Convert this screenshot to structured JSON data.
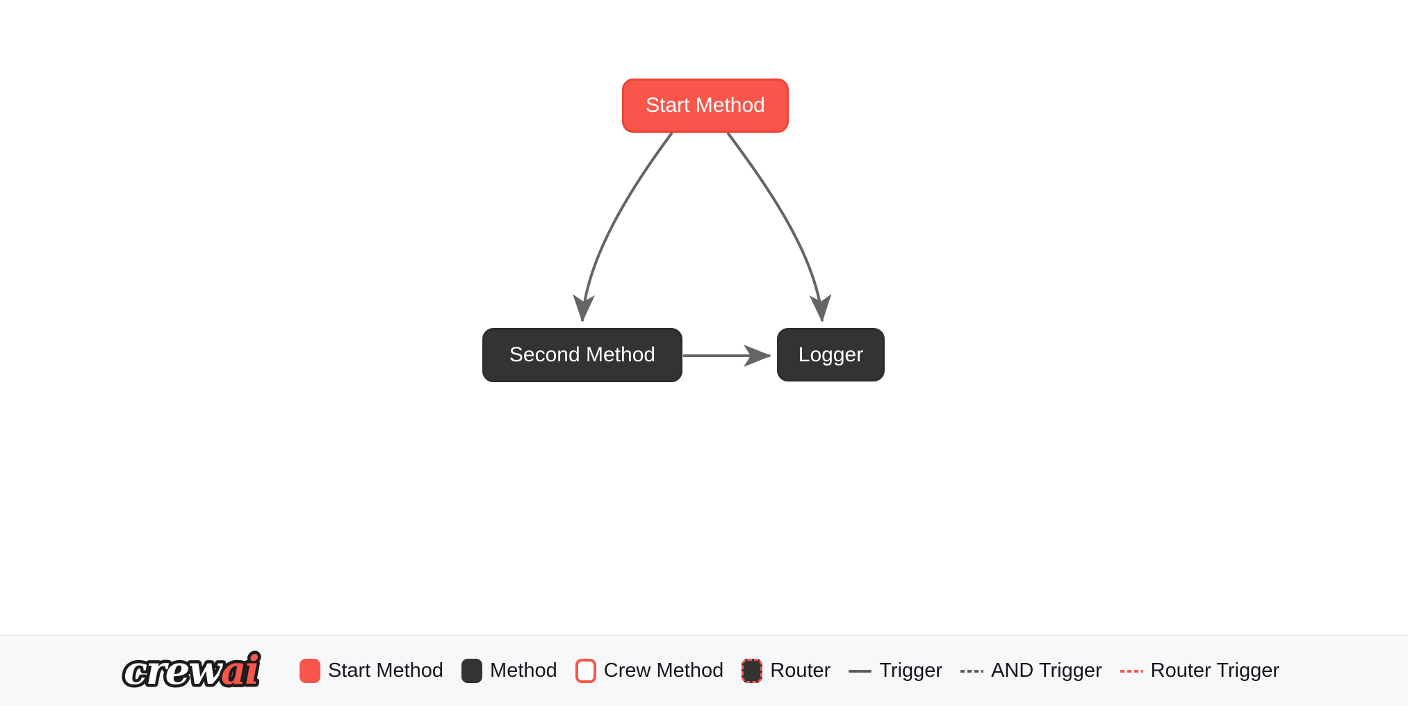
{
  "page": {
    "background": "#ffffff"
  },
  "colors": {
    "accent": "#f8564a",
    "accent_border": "#ef4334",
    "node_dark": "#333333",
    "node_text": "#ffffff",
    "edge": "#656565",
    "legend_bg": "#f7f8fa",
    "legend_border": "#e8eaed",
    "legend_text": "#14161a",
    "line_gray": "#5d5d5d",
    "logo_outline": "#1b1b1b"
  },
  "diagram": {
    "nodes": [
      {
        "id": "start_method",
        "label": "Start Method",
        "type": "start-method"
      },
      {
        "id": "second_method",
        "label": "Second Method",
        "type": "method"
      },
      {
        "id": "logger",
        "label": "Logger",
        "type": "method"
      }
    ],
    "edges": [
      {
        "from": "start_method",
        "to": "second_method",
        "type": "trigger"
      },
      {
        "from": "start_method",
        "to": "logger",
        "type": "trigger"
      },
      {
        "from": "second_method",
        "to": "logger",
        "type": "trigger"
      }
    ]
  },
  "legend": {
    "logo": {
      "crew": "crew",
      "ai": "ai"
    },
    "items": [
      {
        "label": "Start Method",
        "swatch": "start-method"
      },
      {
        "label": "Method",
        "swatch": "method"
      },
      {
        "label": "Crew Method",
        "swatch": "crew-method"
      },
      {
        "label": "Router",
        "swatch": "router"
      },
      {
        "label": "Trigger",
        "swatch": "trigger-line"
      },
      {
        "label": "AND Trigger",
        "swatch": "and-trigger-line"
      },
      {
        "label": "Router Trigger",
        "swatch": "router-trigger-line"
      }
    ]
  }
}
